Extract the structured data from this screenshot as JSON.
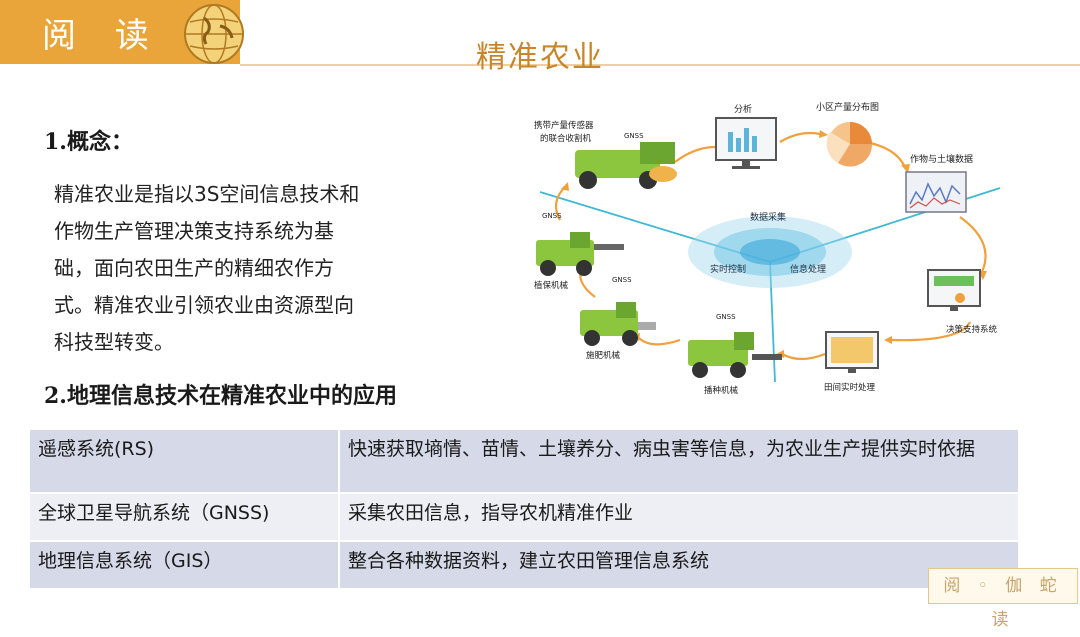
{
  "banner": {
    "label": "阅 读"
  },
  "title": "精准农业",
  "section1": {
    "heading": "1.概念：",
    "body": "精准农业是指以3S空间信息技术和作物生产管理决策支持系统为基础，面向农田生产的精细农作方式。精准农业引领农业由资源型向科技型转变。"
  },
  "section2": {
    "heading": "2.地理信息技术在精准农业中的应用"
  },
  "diagram": {
    "harvester": "携带产量传感器",
    "harvester2": "的联合收割机",
    "analysis": "分析",
    "yield_map": "小区产量分布图",
    "crop_soil": "作物与土壤数据",
    "decision": "决策支持系统",
    "field": "田间实时处理",
    "seeder": "播种机械",
    "fertilizer": "施肥机械",
    "plant_protect": "植保机械",
    "center_top": "数据采集",
    "center_left": "实时控制",
    "center_right": "信息处理",
    "gnss": "GNSS"
  },
  "table": {
    "rows": [
      {
        "name": "遥感系统(RS)",
        "desc": "快速获取墒情、苗情、土壤养分、病虫害等信息，为农业生产提供实时依据"
      },
      {
        "name": "全球卫星导航系统（GNSS)",
        "desc": "采集农田信息，指导农机精准作业"
      },
      {
        "name": "地理信息系统（GIS）",
        "desc": "整合各种数据资料，建立农田管理信息系统"
      }
    ]
  },
  "watermark": "阅 ◦ 伽 蛇 读"
}
